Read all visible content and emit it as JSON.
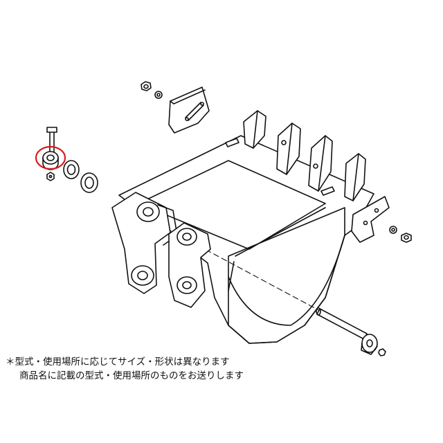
{
  "diagram": {
    "highlight_color": "#d81b1b",
    "line_color": "#111111",
    "highlighted_part": "bushing / collar (circled in red)"
  },
  "notes": {
    "line1": "＊型式・使用場所に応じてサイズ・形状は異なります",
    "line2": "商品名に記載の型式・使用場所のものをお送りします"
  }
}
